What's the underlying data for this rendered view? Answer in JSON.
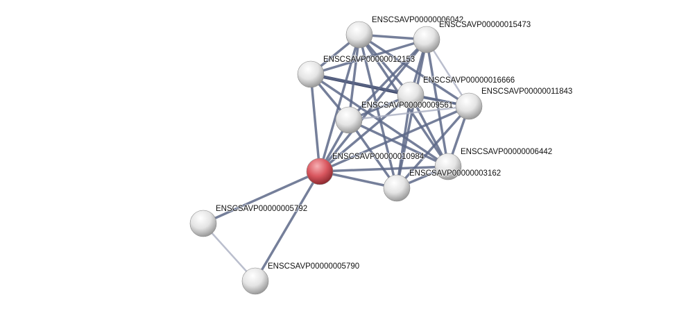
{
  "network": {
    "colors": {
      "edge_strong": "#2a3558",
      "edge_medium": "#5d6888",
      "edge_weak": "#a9aec0",
      "node": "#e8e8e8",
      "query_node": "#d9575f"
    },
    "query_node": "ENSCSAVP00000010984",
    "nodes": [
      {
        "id": "ENSCSAVP00000006042",
        "label": "ENSCSAVP00000006042"
      },
      {
        "id": "ENSCSAVP00000015473",
        "label": "ENSCSAVP00000015473"
      },
      {
        "id": "ENSCSAVP00000012153",
        "label": "ENSCSAVP00000012153"
      },
      {
        "id": "ENSCSAVP00000016666",
        "label": "ENSCSAVP00000016666"
      },
      {
        "id": "ENSCSAVP00000011843",
        "label": "ENSCSAVP00000011843"
      },
      {
        "id": "ENSCSAVP00000009561",
        "label": "ENSCSAVP00000009561"
      },
      {
        "id": "ENSCSAVP00000010984",
        "label": "ENSCSAVP00000010984"
      },
      {
        "id": "ENSCSAVP00000003162",
        "label": "ENSCSAVP00000003162"
      },
      {
        "id": "ENSCSAVP00000006442",
        "label": "ENSCSAVP00000006442"
      },
      {
        "id": "ENSCSAVP00000005792",
        "label": "ENSCSAVP00000005792"
      },
      {
        "id": "ENSCSAVP00000005790",
        "label": "ENSCSAVP00000005790"
      }
    ],
    "edges": [
      [
        "ENSCSAVP00000012153",
        "ENSCSAVP00000016666",
        "strong"
      ],
      [
        "ENSCSAVP00000006042",
        "ENSCSAVP00000015473",
        "medium"
      ],
      [
        "ENSCSAVP00000006042",
        "ENSCSAVP00000012153",
        "medium"
      ],
      [
        "ENSCSAVP00000006042",
        "ENSCSAVP00000016666",
        "medium"
      ],
      [
        "ENSCSAVP00000006042",
        "ENSCSAVP00000009561",
        "medium"
      ],
      [
        "ENSCSAVP00000006042",
        "ENSCSAVP00000010984",
        "medium"
      ],
      [
        "ENSCSAVP00000006042",
        "ENSCSAVP00000003162",
        "medium"
      ],
      [
        "ENSCSAVP00000006042",
        "ENSCSAVP00000006442",
        "medium"
      ],
      [
        "ENSCSAVP00000006042",
        "ENSCSAVP00000011843",
        "medium"
      ],
      [
        "ENSCSAVP00000015473",
        "ENSCSAVP00000012153",
        "medium"
      ],
      [
        "ENSCSAVP00000015473",
        "ENSCSAVP00000016666",
        "medium"
      ],
      [
        "ENSCSAVP00000015473",
        "ENSCSAVP00000011843",
        "weak"
      ],
      [
        "ENSCSAVP00000015473",
        "ENSCSAVP00000009561",
        "medium"
      ],
      [
        "ENSCSAVP00000015473",
        "ENSCSAVP00000010984",
        "medium"
      ],
      [
        "ENSCSAVP00000015473",
        "ENSCSAVP00000003162",
        "medium"
      ],
      [
        "ENSCSAVP00000015473",
        "ENSCSAVP00000006442",
        "medium"
      ],
      [
        "ENSCSAVP00000012153",
        "ENSCSAVP00000009561",
        "medium"
      ],
      [
        "ENSCSAVP00000012153",
        "ENSCSAVP00000010984",
        "medium"
      ],
      [
        "ENSCSAVP00000012153",
        "ENSCSAVP00000006442",
        "medium"
      ],
      [
        "ENSCSAVP00000012153",
        "ENSCSAVP00000011843",
        "medium"
      ],
      [
        "ENSCSAVP00000016666",
        "ENSCSAVP00000011843",
        "medium"
      ],
      [
        "ENSCSAVP00000016666",
        "ENSCSAVP00000009561",
        "medium"
      ],
      [
        "ENSCSAVP00000016666",
        "ENSCSAVP00000010984",
        "medium"
      ],
      [
        "ENSCSAVP00000016666",
        "ENSCSAVP00000003162",
        "medium"
      ],
      [
        "ENSCSAVP00000016666",
        "ENSCSAVP00000006442",
        "medium"
      ],
      [
        "ENSCSAVP00000011843",
        "ENSCSAVP00000009561",
        "weak"
      ],
      [
        "ENSCSAVP00000011843",
        "ENSCSAVP00000010984",
        "medium"
      ],
      [
        "ENSCSAVP00000011843",
        "ENSCSAVP00000003162",
        "medium"
      ],
      [
        "ENSCSAVP00000011843",
        "ENSCSAVP00000006442",
        "medium"
      ],
      [
        "ENSCSAVP00000009561",
        "ENSCSAVP00000010984",
        "medium"
      ],
      [
        "ENSCSAVP00000009561",
        "ENSCSAVP00000003162",
        "medium"
      ],
      [
        "ENSCSAVP00000009561",
        "ENSCSAVP00000006442",
        "medium"
      ],
      [
        "ENSCSAVP00000010984",
        "ENSCSAVP00000003162",
        "medium"
      ],
      [
        "ENSCSAVP00000010984",
        "ENSCSAVP00000006442",
        "medium"
      ],
      [
        "ENSCSAVP00000003162",
        "ENSCSAVP00000006442",
        "medium"
      ],
      [
        "ENSCSAVP00000010984",
        "ENSCSAVP00000005792",
        "medium"
      ],
      [
        "ENSCSAVP00000010984",
        "ENSCSAVP00000005790",
        "medium"
      ],
      [
        "ENSCSAVP00000005792",
        "ENSCSAVP00000005790",
        "weak"
      ]
    ]
  }
}
